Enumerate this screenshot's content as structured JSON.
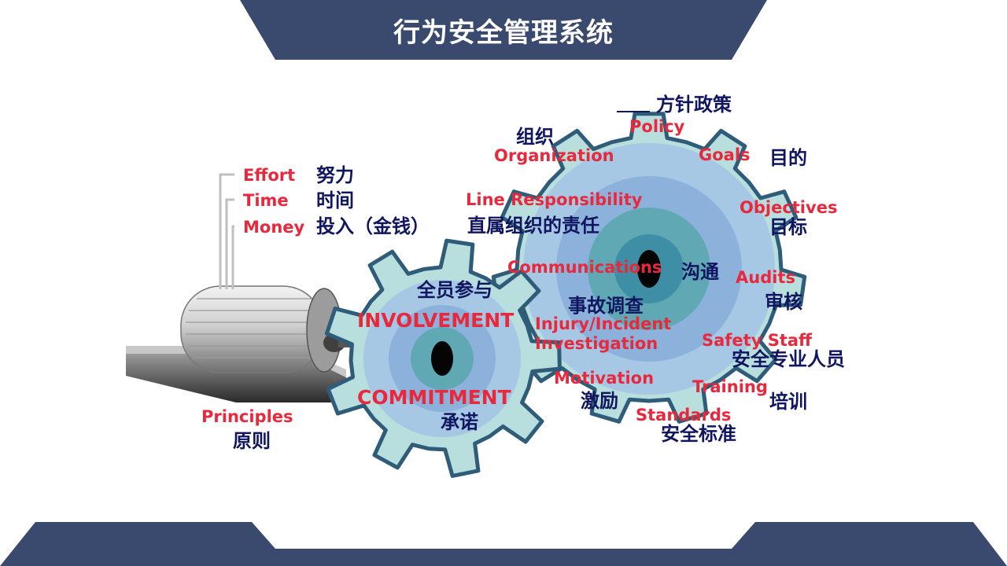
{
  "page": {
    "title": "行为安全管理系统",
    "colors": {
      "band": "#3a4a6e",
      "label_en": "#e8283c",
      "label_zh": "#101560",
      "gear": "#b8dede",
      "gear_shadow": "#2f5c78"
    }
  },
  "roller": {
    "inputs": [
      {
        "en": "Effort",
        "zh": "努力"
      },
      {
        "en": "Time",
        "zh": "时间"
      },
      {
        "en": "Money",
        "zh": "投入（金钱）"
      }
    ],
    "principles": {
      "en": "Principles",
      "zh": "原则"
    }
  },
  "small_gear": {
    "top": {
      "en": "INVOLVEMENT",
      "zh": "全员参与"
    },
    "bottom": {
      "en": "COMMITMENT",
      "zh": "承诺"
    }
  },
  "big_gear": {
    "policy": {
      "en": "Policy",
      "zh": "方针政策"
    },
    "organization": {
      "en": "Organization",
      "zh": "组织"
    },
    "goals": {
      "en": "Goals",
      "zh": "目的"
    },
    "line_responsibility": {
      "en": "Line Responsibility",
      "zh": "直属组织的责任"
    },
    "objectives": {
      "en": "Objectives",
      "zh": "目标"
    },
    "communications": {
      "en": "Communications",
      "zh": "沟通"
    },
    "audits": {
      "en": "Audits",
      "zh": "审核"
    },
    "investigation": {
      "en1": "Injury/Incident",
      "en2": "Investigation",
      "zh": "事故调查"
    },
    "safety_staff": {
      "en": "Safety Staff",
      "zh": "安全专业人员"
    },
    "motivation": {
      "en": "Motivation",
      "zh": "激励"
    },
    "training": {
      "en": "Training",
      "zh": "培训"
    },
    "standards": {
      "en": "Standards",
      "zh": "安全标准"
    }
  }
}
